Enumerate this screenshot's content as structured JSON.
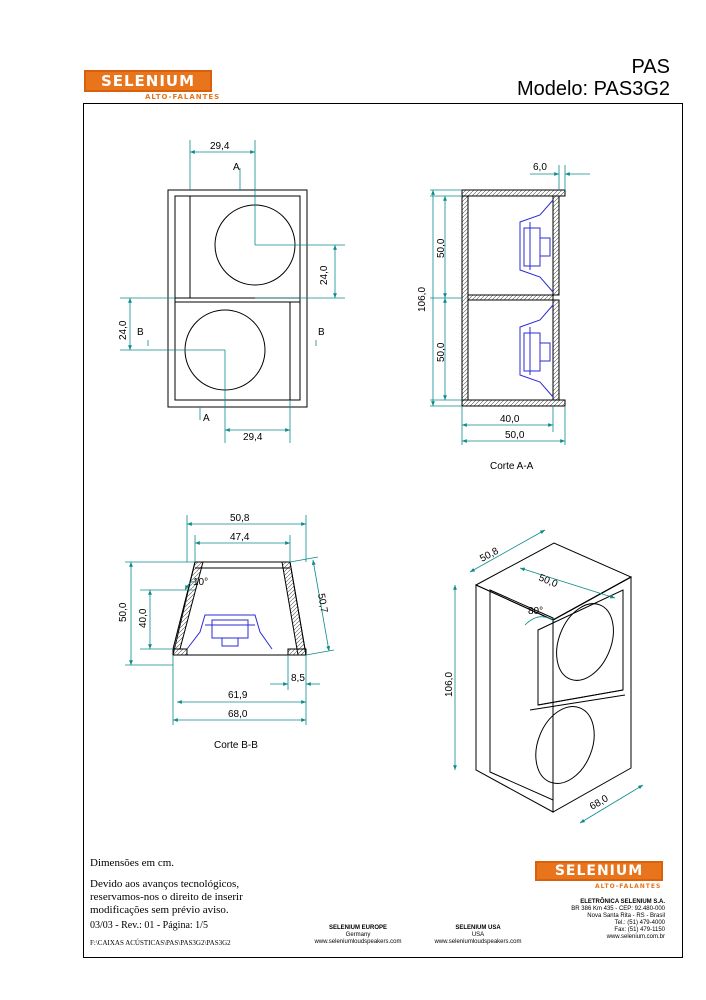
{
  "brand": {
    "name": "SELENIUM",
    "tagline": "ALTO-FALANTES"
  },
  "header": {
    "line1": "PAS",
    "line2": "Modelo: PAS3G2"
  },
  "front_view": {
    "dim_top": "29,4",
    "dim_bottom": "29,4",
    "dim_right": "24,0",
    "dim_left": "24,0",
    "label_A": "A",
    "label_B": "B"
  },
  "section_aa": {
    "caption": "Corte A-A",
    "dim_top": "6,0",
    "dim_upper": "50,0",
    "dim_lower": "50,0",
    "dim_total": "106,0",
    "dim_inner_width": "40,0",
    "dim_width": "50,0"
  },
  "section_bb": {
    "caption": "Corte B-B",
    "dim_top_outer": "50,8",
    "dim_top_inner": "47,4",
    "dim_left_outer": "50,0",
    "dim_left_inner": "40,0",
    "dim_slant": "50,7",
    "angle": "10°",
    "dim_small": "8,5",
    "dim_bottom_inner": "61,9",
    "dim_bottom_outer": "68,0"
  },
  "iso_view": {
    "dim_top_depth": "50,8",
    "dim_top_width": "50,0",
    "angle": "80°",
    "dim_height": "106,0",
    "dim_bottom": "68,0"
  },
  "notes": {
    "units": "Dimensões em cm.",
    "disclaimer": [
      "Devido aos avanços tecnológicos,",
      "reservamos-nos o direito de inserir",
      "modificações sem prévio aviso."
    ],
    "revision": "03/03 - Rev.: 01 - Página: 1/5",
    "path": "F:\\CAIXAS ACÚSTICAS\\PAS\\PAS3G2\\PAS3G2"
  },
  "contacts": {
    "europe": {
      "name": "SELENIUM EUROPE",
      "country": "Germany",
      "web": "www.seleniumloudspeakers.com"
    },
    "usa": {
      "name": "SELENIUM USA",
      "country": "USA",
      "web": "www.seleniumloudspeakers.com"
    },
    "company": {
      "name": "ELETRÔNICA SELENIUM S.A.",
      "address1": "BR 386 Km 435 - CEP: 92.480-000",
      "address2": "Nova Santa Rita - RS - Brasil",
      "tel": "Tel.: (51) 479-4000",
      "fax": "Fax: (51) 479-1150",
      "web": "www.selenium.com.br"
    }
  },
  "colors": {
    "brand": "#e8741c",
    "dimension": "#0a8a8a",
    "speaker": "#2b2bd6"
  }
}
